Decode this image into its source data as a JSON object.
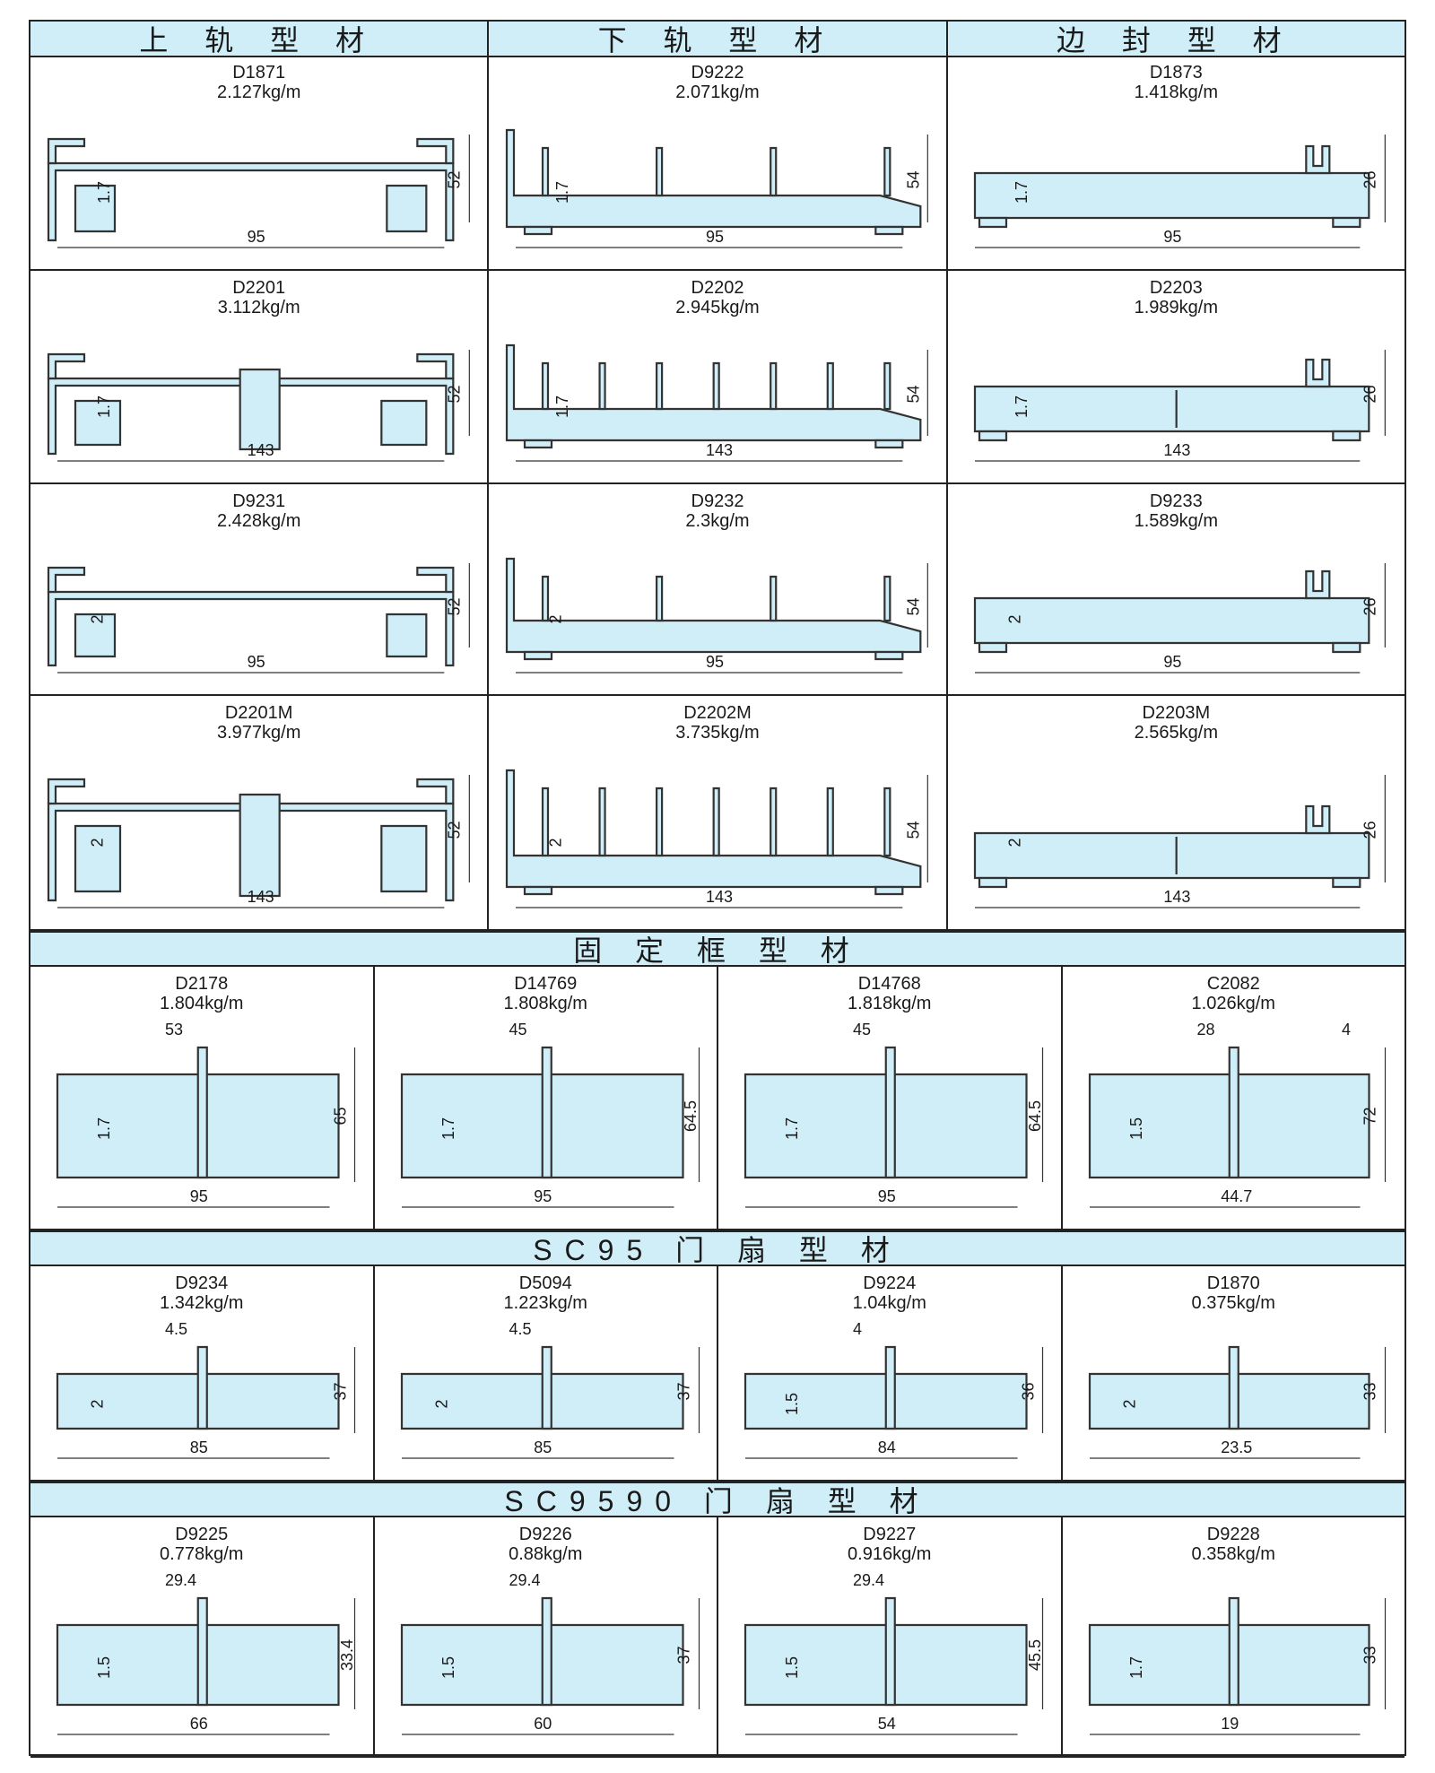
{
  "headers": {
    "top": [
      "上 轨 型 材",
      "下 轨 型 材",
      "边 封 型 材"
    ],
    "fixed_frame": "固 定 框 型 材",
    "sc95": "SC95 门 扇 型 材",
    "sc9590": "SC9590 门 扇 型 材"
  },
  "rows3": [
    [
      {
        "code": "D1871",
        "weight": "2.127kg/m",
        "dims": [
          "95",
          "52",
          "1.7"
        ],
        "kind": "upper"
      },
      {
        "code": "D9222",
        "weight": "2.071kg/m",
        "dims": [
          "95",
          "54",
          "1.7"
        ],
        "kind": "lower"
      },
      {
        "code": "D1873",
        "weight": "1.418kg/m",
        "dims": [
          "95",
          "26",
          "1.7"
        ],
        "kind": "side"
      }
    ],
    [
      {
        "code": "D2201",
        "weight": "3.112kg/m",
        "dims": [
          "143",
          "52",
          "1.7"
        ],
        "kind": "upper-wide"
      },
      {
        "code": "D2202",
        "weight": "2.945kg/m",
        "dims": [
          "143",
          "54",
          "1.7"
        ],
        "kind": "lower-wide"
      },
      {
        "code": "D2203",
        "weight": "1.989kg/m",
        "dims": [
          "143",
          "26",
          "1.7"
        ],
        "kind": "side-wide"
      }
    ],
    [
      {
        "code": "D9231",
        "weight": "2.428kg/m",
        "dims": [
          "95",
          "52",
          "2"
        ],
        "kind": "upper"
      },
      {
        "code": "D9232",
        "weight": "2.3kg/m",
        "dims": [
          "95",
          "54",
          "2"
        ],
        "kind": "lower"
      },
      {
        "code": "D9233",
        "weight": "1.589kg/m",
        "dims": [
          "95",
          "26",
          "2"
        ],
        "kind": "side"
      }
    ],
    [
      {
        "code": "D2201M",
        "weight": "3.977kg/m",
        "dims": [
          "143",
          "52",
          "2"
        ],
        "kind": "upper-wide"
      },
      {
        "code": "D2202M",
        "weight": "3.735kg/m",
        "dims": [
          "143",
          "54",
          "2"
        ],
        "kind": "lower-wide"
      },
      {
        "code": "D2203M",
        "weight": "2.565kg/m",
        "dims": [
          "143",
          "26",
          "2"
        ],
        "kind": "side-wide"
      }
    ]
  ],
  "fixed": [
    {
      "code": "D2178",
      "weight": "1.804kg/m",
      "dims": [
        "95",
        "65",
        "1.7",
        "53"
      ]
    },
    {
      "code": "D14769",
      "weight": "1.808kg/m",
      "dims": [
        "95",
        "64.5",
        "1.7",
        "45"
      ]
    },
    {
      "code": "D14768",
      "weight": "1.818kg/m",
      "dims": [
        "95",
        "64.5",
        "1.7",
        "45"
      ]
    },
    {
      "code": "C2082",
      "weight": "1.026kg/m",
      "dims": [
        "44.7",
        "72",
        "1.5",
        "28",
        "4"
      ]
    }
  ],
  "sc95": [
    {
      "code": "D9234",
      "weight": "1.342kg/m",
      "dims": [
        "85",
        "37",
        "2",
        "4.5"
      ]
    },
    {
      "code": "D5094",
      "weight": "1.223kg/m",
      "dims": [
        "85",
        "37",
        "2",
        "4.5"
      ]
    },
    {
      "code": "D9224",
      "weight": "1.04kg/m",
      "dims": [
        "84",
        "36",
        "1.5",
        "4"
      ]
    },
    {
      "code": "D1870",
      "weight": "0.375kg/m",
      "dims": [
        "23.5",
        "33",
        "2"
      ]
    }
  ],
  "sc9590": [
    {
      "code": "D9225",
      "weight": "0.778kg/m",
      "dims": [
        "66",
        "33.4",
        "1.5",
        "29.4"
      ]
    },
    {
      "code": "D9226",
      "weight": "0.88kg/m",
      "dims": [
        "60",
        "37",
        "1.5",
        "29.4"
      ]
    },
    {
      "code": "D9227",
      "weight": "0.916kg/m",
      "dims": [
        "54",
        "45.5",
        "1.5",
        "29.4"
      ]
    },
    {
      "code": "D9228",
      "weight": "0.358kg/m",
      "dims": [
        "19",
        "33",
        "1.7"
      ]
    }
  ]
}
